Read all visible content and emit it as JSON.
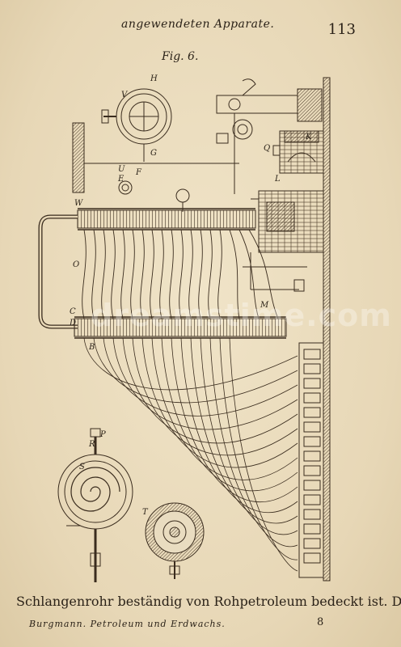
{
  "header": {
    "running_head": "angewendeten Apparate.",
    "page_number": "113"
  },
  "figure": {
    "caption": "Fig. 6.",
    "labels": {
      "V": "V",
      "H": "H",
      "G": "G",
      "E": "E",
      "F": "F",
      "U": "U",
      "Q": "Q",
      "L": "L",
      "K": "K",
      "W": "W",
      "O": "O",
      "C": "C",
      "D": "D",
      "B": "B",
      "M": "M",
      "P": "P",
      "S": "S",
      "R": "R",
      "T": "T"
    },
    "watermark": "dreamstime.com"
  },
  "body": {
    "text_line": "Schlangenrohr beständig von Rohpetroleum bedeckt ist. Die"
  },
  "footer": {
    "left": "Burgmann. Petroleum und Erdwachs.",
    "signature": "8"
  }
}
